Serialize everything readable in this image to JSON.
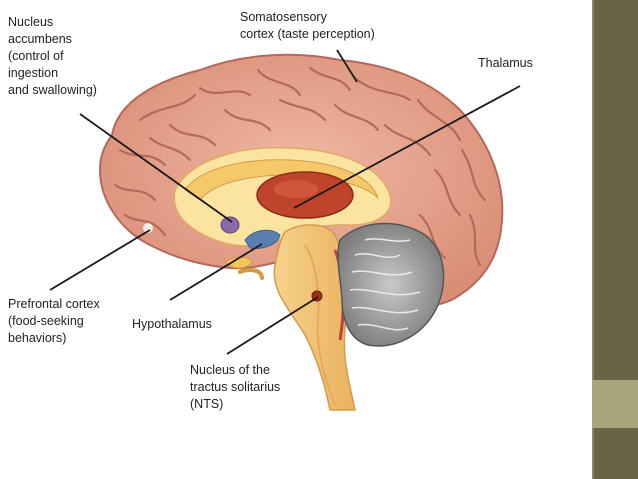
{
  "labels": {
    "nucleus_accumbens": "Nucleus\naccumbens\n(control of\ningestion\nand swallowing)",
    "somatosensory": "Somatosensory\ncortex (taste perception)",
    "thalamus": "Thalamus",
    "prefrontal": "Prefrontal cortex\n(food-seeking\nbehaviors)",
    "hypothalamus": "Hypothalamus",
    "nts": "Nucleus of the\ntractus solitarius\n(NTS)"
  },
  "colors": {
    "cortex": "#e8a791",
    "cortex_dark": "#c77b67",
    "cortex_line": "#b5685a",
    "inner": "#fbe3a0",
    "corpus": "#f5c96a",
    "thalamus": "#c0432c",
    "brainstem": "#f4c577",
    "cerebellum": "#9a9a9a",
    "hypothalamus": "#5a7fb0",
    "sidebar": "#6b6348",
    "sidebar_accent": "#a9a47e"
  }
}
